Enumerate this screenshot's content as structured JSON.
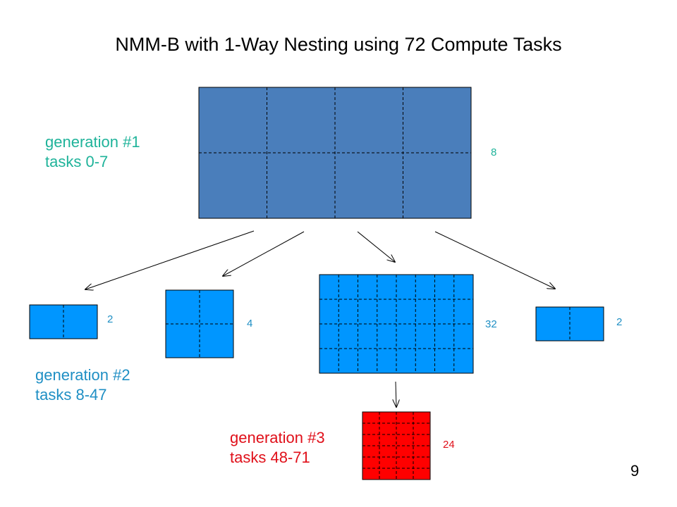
{
  "title": "NMM-B with 1-Way Nesting using 72 Compute Tasks",
  "page_number": "9",
  "colors": {
    "gen1_fill": "#4a7ebb",
    "gen2_fill": "#0096ff",
    "gen3_fill": "#ff0000",
    "gen1_text": "#1fb39a",
    "gen2_text": "#1f8fc4",
    "gen3_text": "#e0101a"
  },
  "generations": [
    {
      "label": "generation #1",
      "tasks": "tasks 0-7"
    },
    {
      "label": "generation #2",
      "tasks": "tasks 8-47"
    },
    {
      "label": "generation #3",
      "tasks": "tasks 48-71"
    }
  ],
  "domains": [
    {
      "id": "parent",
      "generation": 1,
      "task_count": "8",
      "cols": 4,
      "rows": 2
    },
    {
      "id": "nest-a",
      "generation": 2,
      "task_count": "2",
      "cols": 2,
      "rows": 1
    },
    {
      "id": "nest-b",
      "generation": 2,
      "task_count": "4",
      "cols": 2,
      "rows": 2
    },
    {
      "id": "nest-c",
      "generation": 2,
      "task_count": "32",
      "cols": 8,
      "rows": 4
    },
    {
      "id": "nest-d",
      "generation": 2,
      "task_count": "2",
      "cols": 2,
      "rows": 1
    },
    {
      "id": "nest-c1",
      "generation": 3,
      "task_count": "24",
      "cols": 4,
      "rows": 6
    }
  ]
}
